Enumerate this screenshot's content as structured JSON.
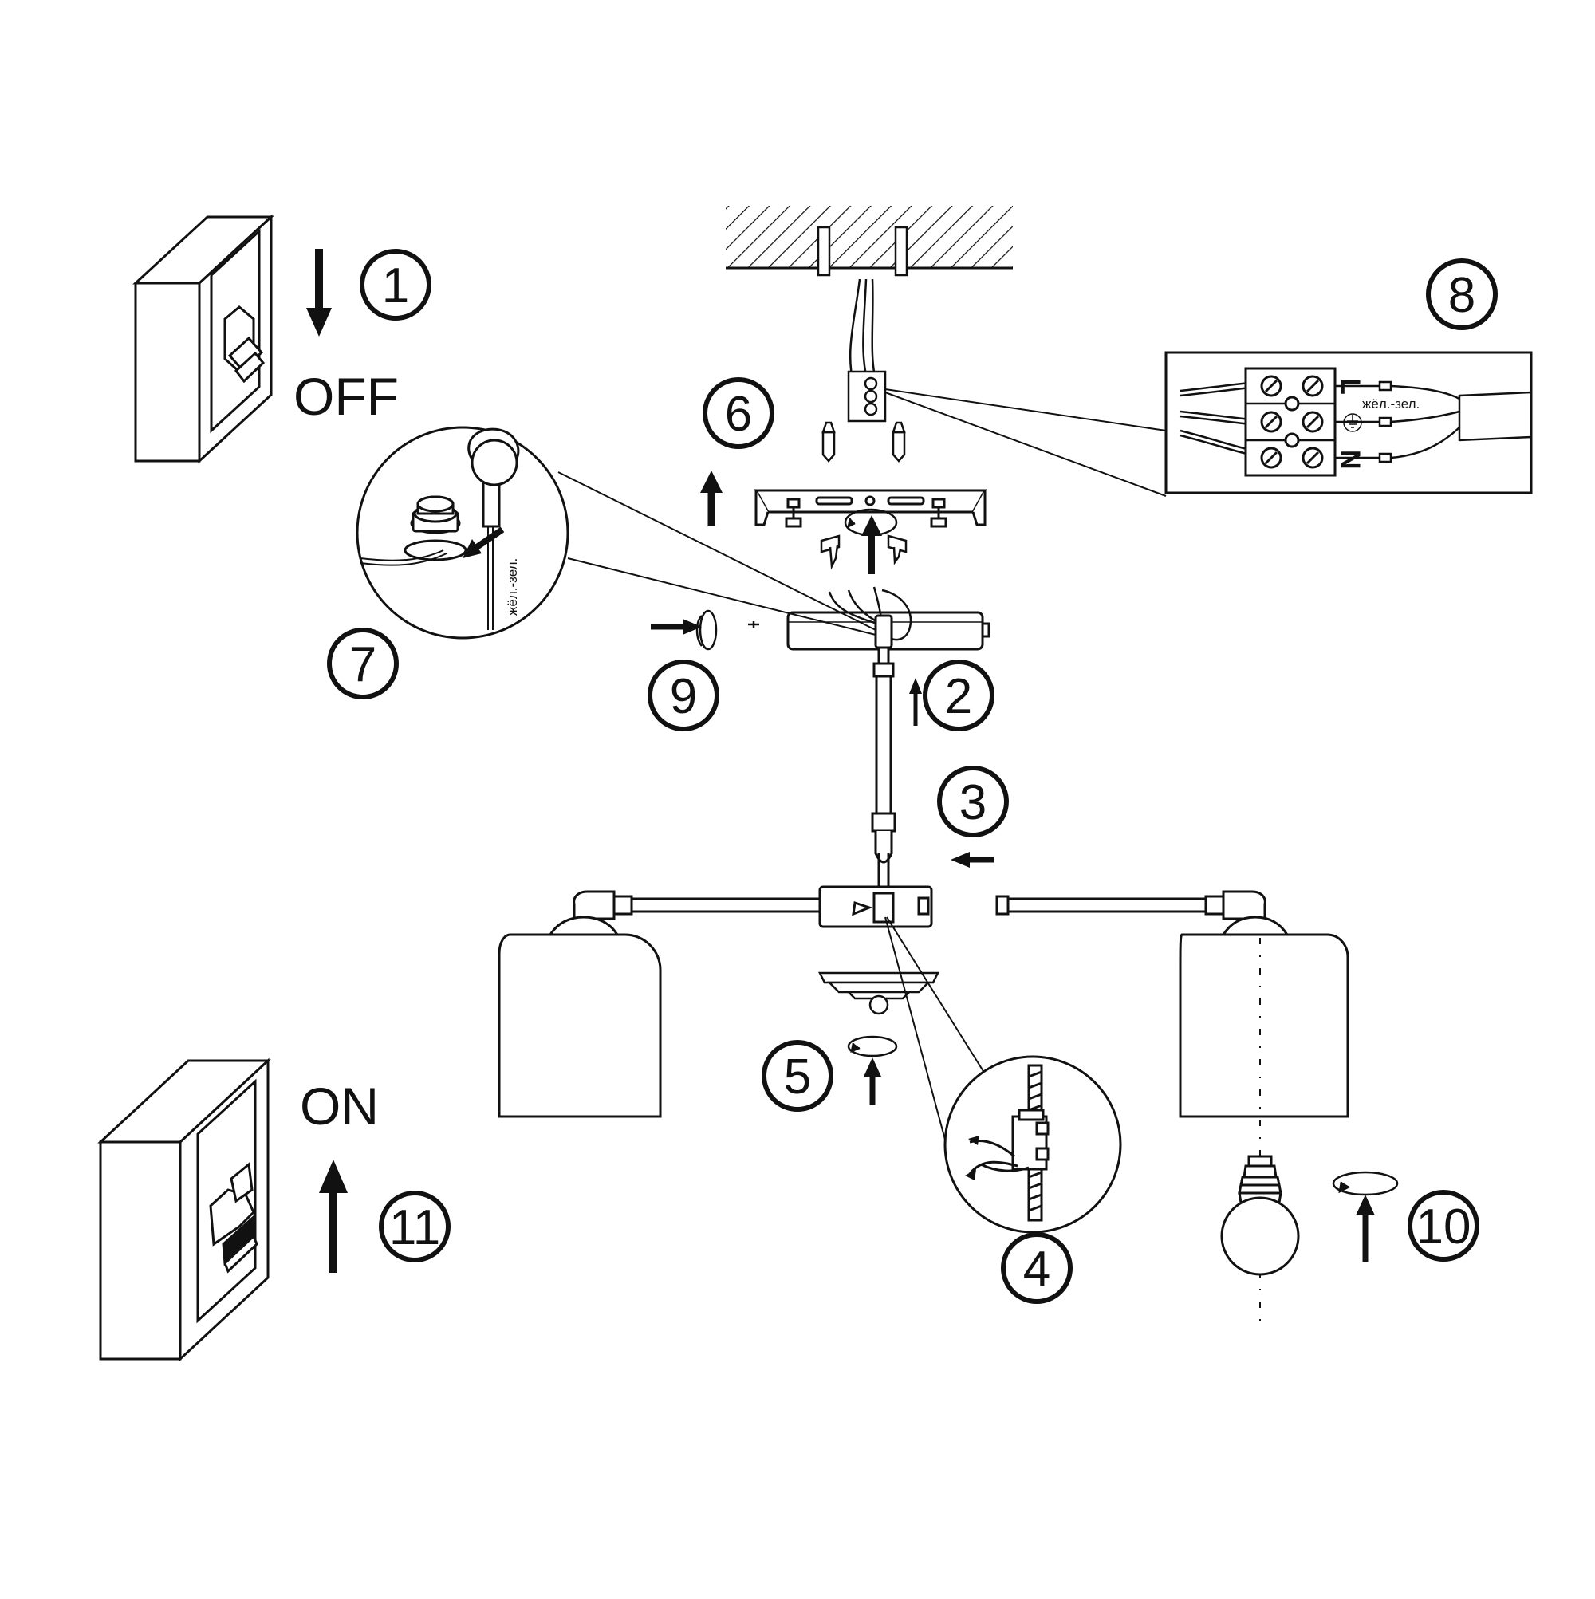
{
  "labels": {
    "off": "OFF",
    "on": "ON",
    "earth_wire": "жёл.-зел.",
    "terminal_live": "L",
    "terminal_neutral": "N"
  },
  "steps": [
    "1",
    "2",
    "3",
    "4",
    "5",
    "6",
    "7",
    "8",
    "9",
    "10",
    "11"
  ],
  "colors": {
    "ink": "#111111",
    "paper": "#ffffff"
  }
}
